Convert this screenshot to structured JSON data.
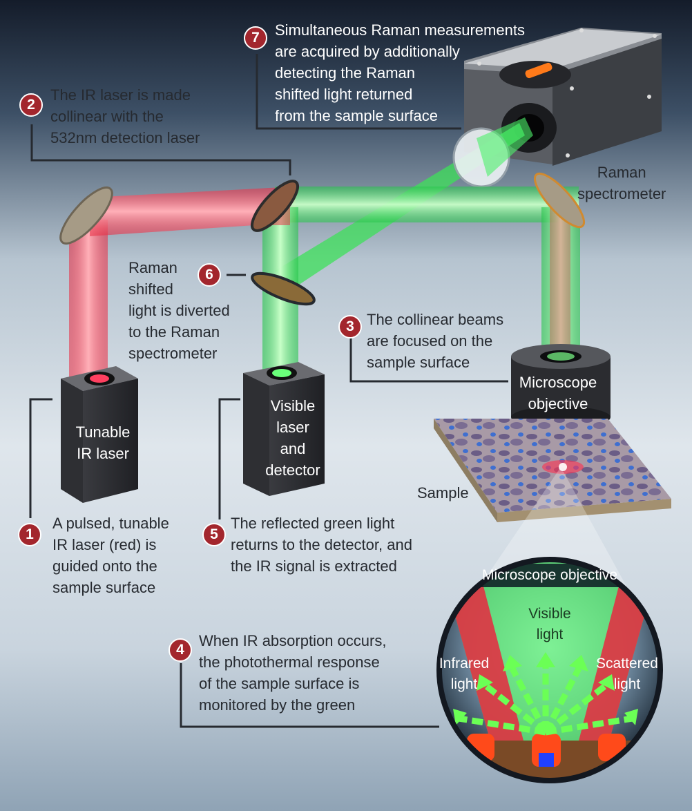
{
  "steps": [
    {
      "num": "1",
      "text": "A pulsed, tunable\nIR laser (red) is\nguided onto the\nsample surface"
    },
    {
      "num": "2",
      "text": "The IR laser is made\ncollinear with the\n532nm detection laser"
    },
    {
      "num": "3",
      "text": "The collinear beams\nare focused on the\nsample surface"
    },
    {
      "num": "4",
      "text": "When IR absorption occurs,\nthe photothermal response\nof the sample surface is\nmonitored by the green"
    },
    {
      "num": "5",
      "text": "The reflected green light\nreturns to the detector, and\nthe IR signal is extracted"
    },
    {
      "num": "6",
      "text": "Raman\nshifted\nlight is diverted\nto the Raman\nspectrometer"
    },
    {
      "num": "7",
      "text": "Simultaneous Raman measurements\nare acquired by additionally\ndetecting the Raman\nshifted light returned\nfrom the sample surface"
    }
  ],
  "components": {
    "ir_laser": "Tunable\nIR laser",
    "visible_laser": "Visible\nlaser\nand\ndetector",
    "objective": "Microscope\nobjective",
    "spectrometer": "Raman\nspectrometer",
    "sample": "Sample"
  },
  "inset": {
    "objective": "Microscope objective",
    "visible": "Visible\nlight",
    "infrared": "Infrared\nlight",
    "scattered": "Scattered\nlight"
  },
  "colors": {
    "badge": "#a3262d",
    "ir_beam": "#e8283f",
    "green_beam": "#3de05a",
    "box": "#2b2c30"
  }
}
